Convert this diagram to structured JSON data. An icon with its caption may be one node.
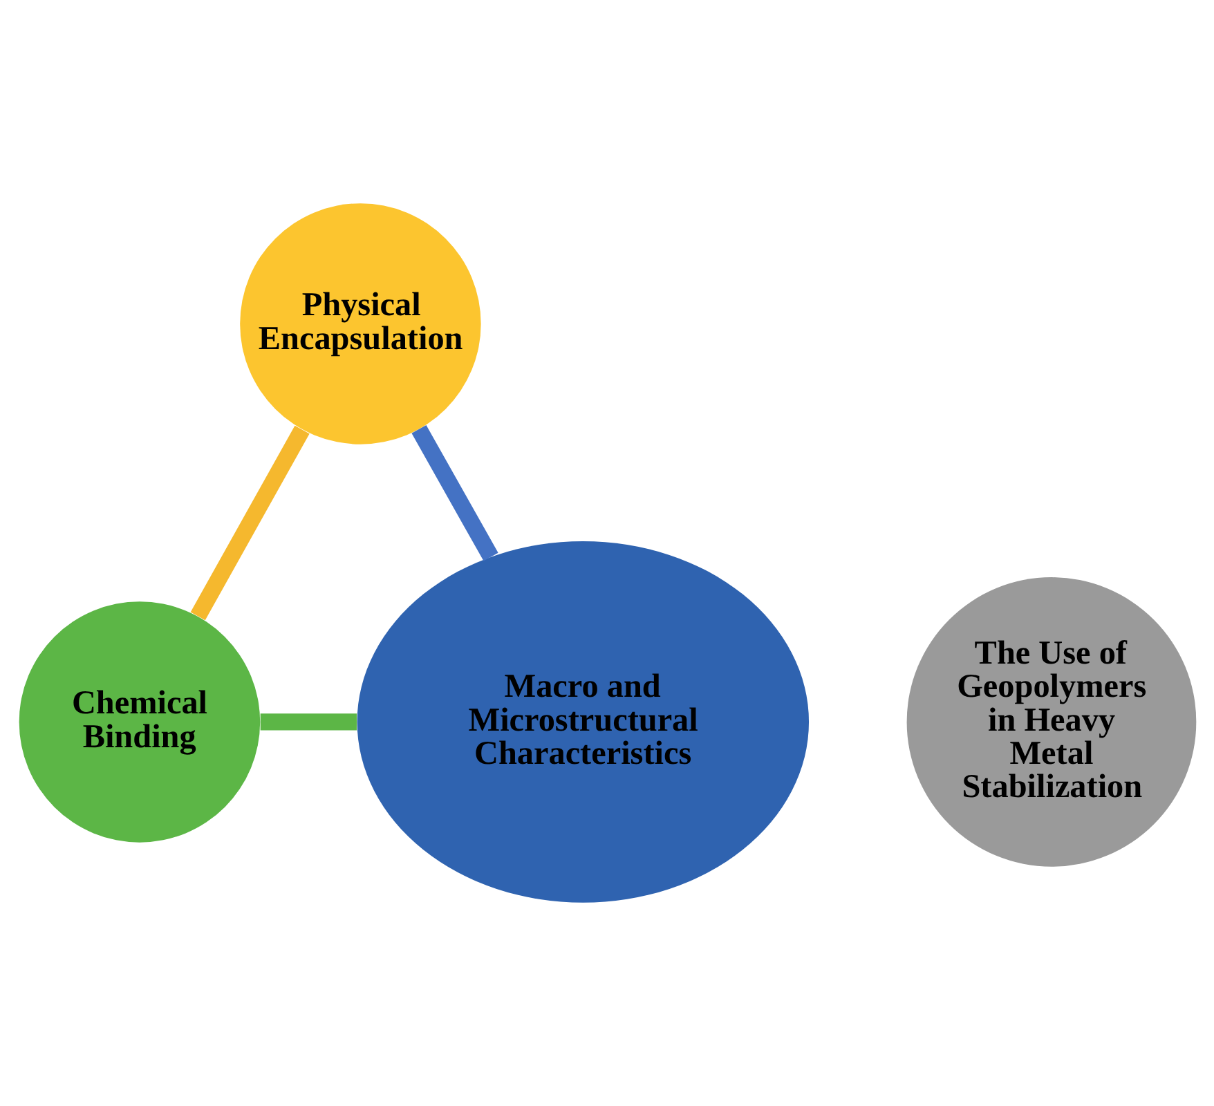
{
  "diagram": {
    "nodes": [
      {
        "text": [
          "Physical Encapsulation"
        ]
      },
      {
        "text": [
          "Chemical Binding"
        ]
      },
      {
        "text": [
          "Macro and Microstructural Characteristics"
        ]
      },
      {
        "text": [
          "The Use of Geopolymers in Heavy Metal Stabilization"
        ]
      }
    ],
    "edges": [
      {
        "from": 0,
        "to": 1,
        "arrow": "none",
        "color": "#f5b82e"
      },
      {
        "from": 1,
        "to": 2,
        "arrow": "none",
        "color": "#5cb646"
      },
      {
        "from": 2,
        "to": 0,
        "arrow": "none",
        "color": "#4472c4"
      }
    ]
  }
}
